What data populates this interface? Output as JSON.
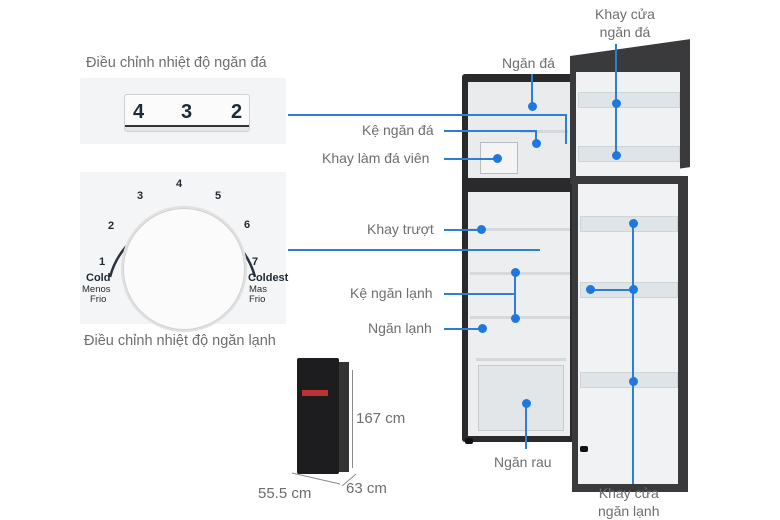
{
  "freezer_control": {
    "title": "Điều chỉnh nhiệt độ ngăn đá",
    "digits": [
      "4",
      "3",
      "2"
    ]
  },
  "fridge_control": {
    "title": "Điều chỉnh nhiệt độ ngăn lạnh",
    "scale": [
      "1",
      "2",
      "3",
      "4",
      "5",
      "6",
      "7"
    ],
    "min_label": "Cold",
    "min_sub": [
      "Menos",
      "Frio"
    ],
    "max_label": "Coldest",
    "max_sub": [
      "Mas",
      "Frio"
    ]
  },
  "callouts": {
    "freezer_compartment": "Ngăn đá",
    "freezer_door_tray": [
      "Khay cửa",
      "ngăn đá"
    ],
    "freezer_shelf": "Kệ ngăn đá",
    "ice_tray": "Khay làm đá viên",
    "sliding_tray": "Khay trượt",
    "fridge_shelf": "Kệ ngăn lạnh",
    "fridge_compartment": "Ngăn lạnh",
    "crisper": "Ngăn rau",
    "fridge_door_tray": [
      "Khay cửa",
      "ngăn lạnh"
    ]
  },
  "dimensions": {
    "height": "167 cm",
    "width": "55.5 cm",
    "depth": "63 cm"
  },
  "colors": {
    "accent": "#1f78e0",
    "label_text": "#6e6e6e",
    "fridge_body": "#2a2a2c"
  }
}
